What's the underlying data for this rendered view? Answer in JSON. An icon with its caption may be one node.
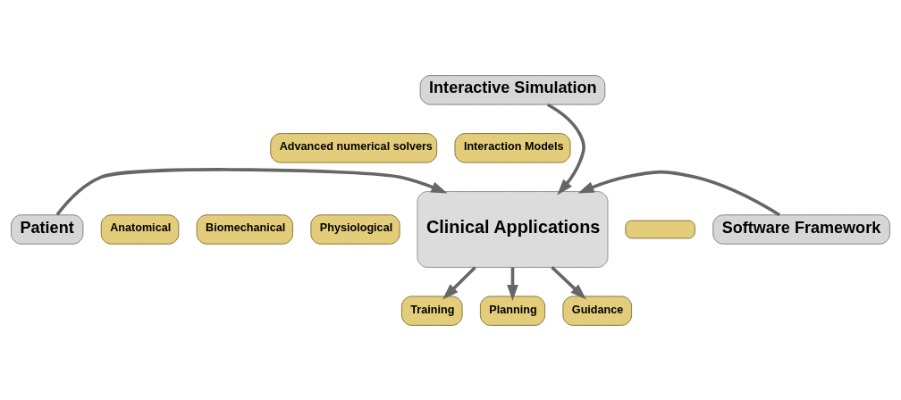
{
  "diagram": {
    "nodes": [
      {
        "text": [
          "Interactive Simulation"
        ]
      },
      {
        "text": [
          "Advanced numerical solvers"
        ]
      },
      {
        "text": [
          "Interaction Models"
        ]
      },
      {
        "text": [
          "Patient"
        ]
      },
      {
        "text": [
          "Anatomical"
        ]
      },
      {
        "text": [
          "Biomechanical"
        ]
      },
      {
        "text": [
          "Physiological"
        ]
      },
      {
        "text": [
          "Clinical Applications"
        ]
      },
      {
        "text": [],
        "shape": "box"
      },
      {
        "text": [
          "Software Framework"
        ]
      },
      {
        "text": [
          "Training"
        ]
      },
      {
        "text": [
          "Planning"
        ]
      },
      {
        "text": [
          "Guidance"
        ]
      }
    ],
    "edges": [
      {
        "from": 0,
        "to": 7,
        "arrow": "to"
      },
      {
        "from": 3,
        "to": 7,
        "arrow": "to"
      },
      {
        "from": 9,
        "to": 7,
        "arrow": "to"
      },
      {
        "from": 7,
        "to": 10,
        "arrow": "to"
      },
      {
        "from": 7,
        "to": 11,
        "arrow": "to"
      },
      {
        "from": 7,
        "to": 12,
        "arrow": "to"
      }
    ]
  }
}
